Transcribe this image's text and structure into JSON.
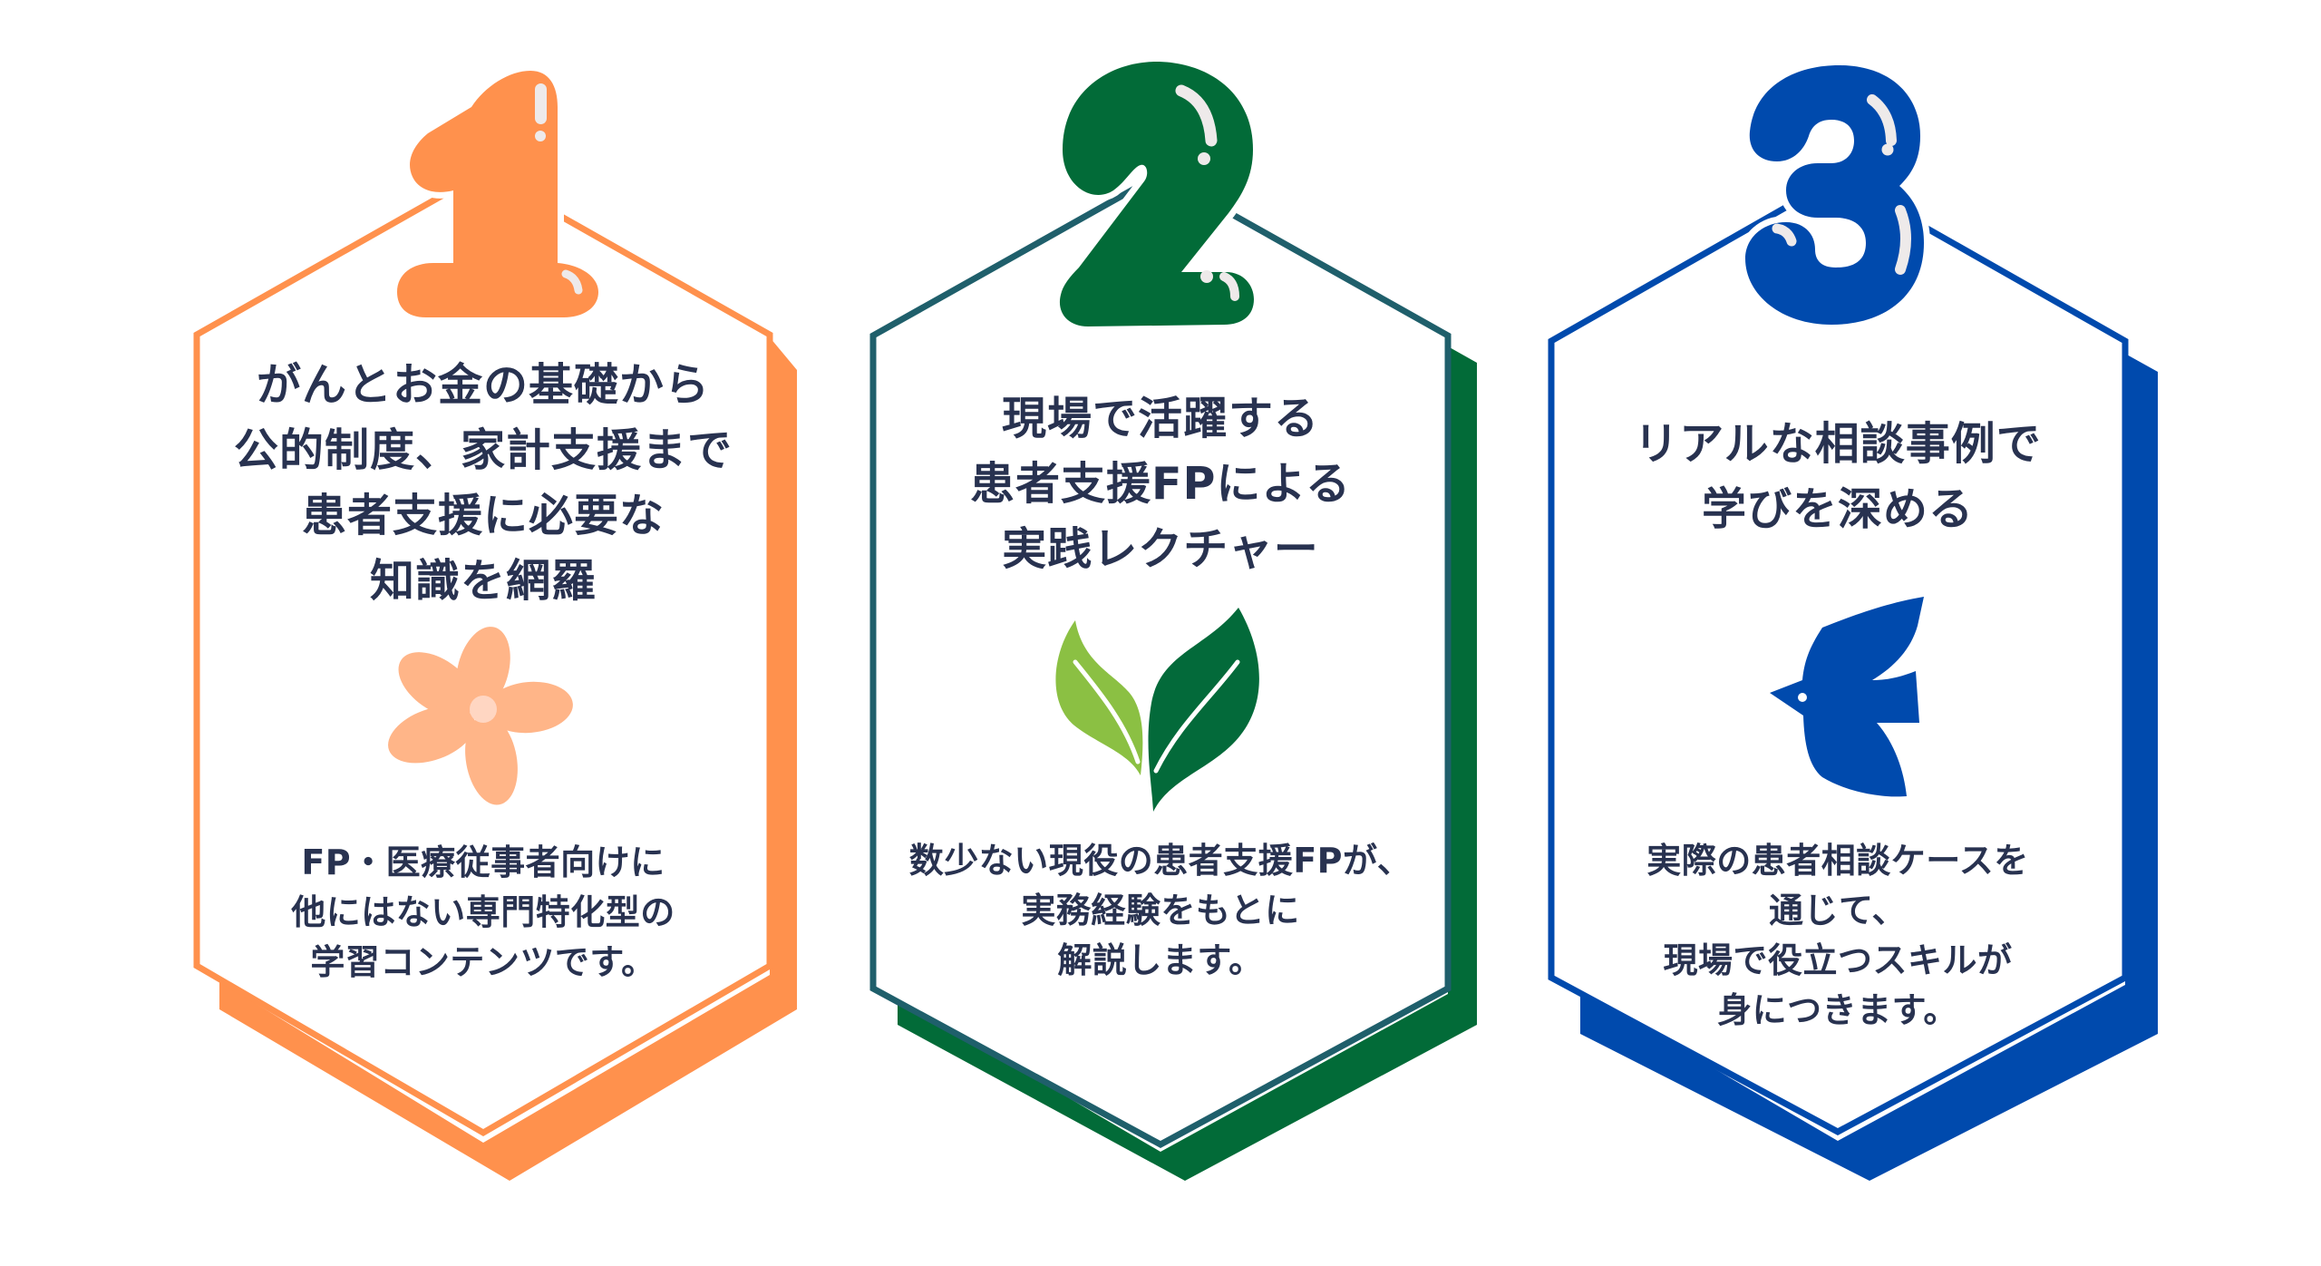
{
  "colors": {
    "text": "#283250",
    "orange": "#ff914d",
    "flower": "#ffb588",
    "flower_center": "#ffd6c2",
    "teal_border": "#1f5f6b",
    "green": "#026b38",
    "leaf_light": "#8bc043",
    "leaf_dark": "#036a3a",
    "blue": "#004aad",
    "highlight": "#eeeaea"
  },
  "cards": [
    {
      "number": "1",
      "icon": "flower-icon",
      "title_lines": [
        "がんとお金の基礎から",
        "公的制度、家計支援まで",
        "患者支援に必要な",
        "知識を網羅"
      ],
      "body_lines": [
        "FP・医療従事者向けに",
        "他にはない専門特化型の",
        "学習コンテンツです。"
      ]
    },
    {
      "number": "2",
      "icon": "leaves-icon",
      "title_lines": [
        "現場で活躍する",
        "患者支援FPによる",
        "実践レクチャー"
      ],
      "body_lines": [
        "数少ない現役の患者支援FPが、",
        "実務経験をもとに",
        "解説します。"
      ]
    },
    {
      "number": "3",
      "icon": "bird-icon",
      "title_lines": [
        "リアルな相談事例で",
        "学びを深める"
      ],
      "body_lines": [
        "実際の患者相談ケースを",
        "通じて、",
        "現場で役立つスキルが",
        "身につきます。"
      ]
    }
  ]
}
